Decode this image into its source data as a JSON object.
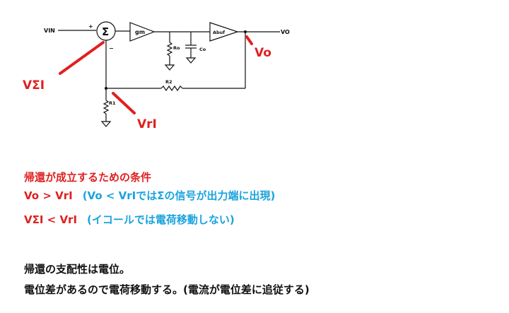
{
  "circuit": {
    "vin": "VIN",
    "vo": "VO",
    "plus": "+",
    "minus": "−",
    "sigma": "Σ",
    "gm": "gm",
    "abuf": "Abuf",
    "ro": "Ro",
    "co": "Co",
    "r1": "R1",
    "r2": "R2"
  },
  "annotations": {
    "vsigma": "VΣI",
    "vr": "VrI",
    "vo": "Vo"
  },
  "text": {
    "line1": "帰還が成立するための条件",
    "line2_red": "Vo > VrI",
    "line2_blue": "(Vo < VrIではΣの信号が出力端に出現)",
    "line3_red": "VΣI < VrI",
    "line3_blue": "(イコールでは電荷移動しない)",
    "line4": "帰還の支配性は電位。",
    "line5": "電位差があるので電荷移動する。(電流が電位差に追従する)"
  },
  "colors": {
    "red": "#e02020",
    "blue": "#1aa3dd",
    "black": "#111111"
  }
}
